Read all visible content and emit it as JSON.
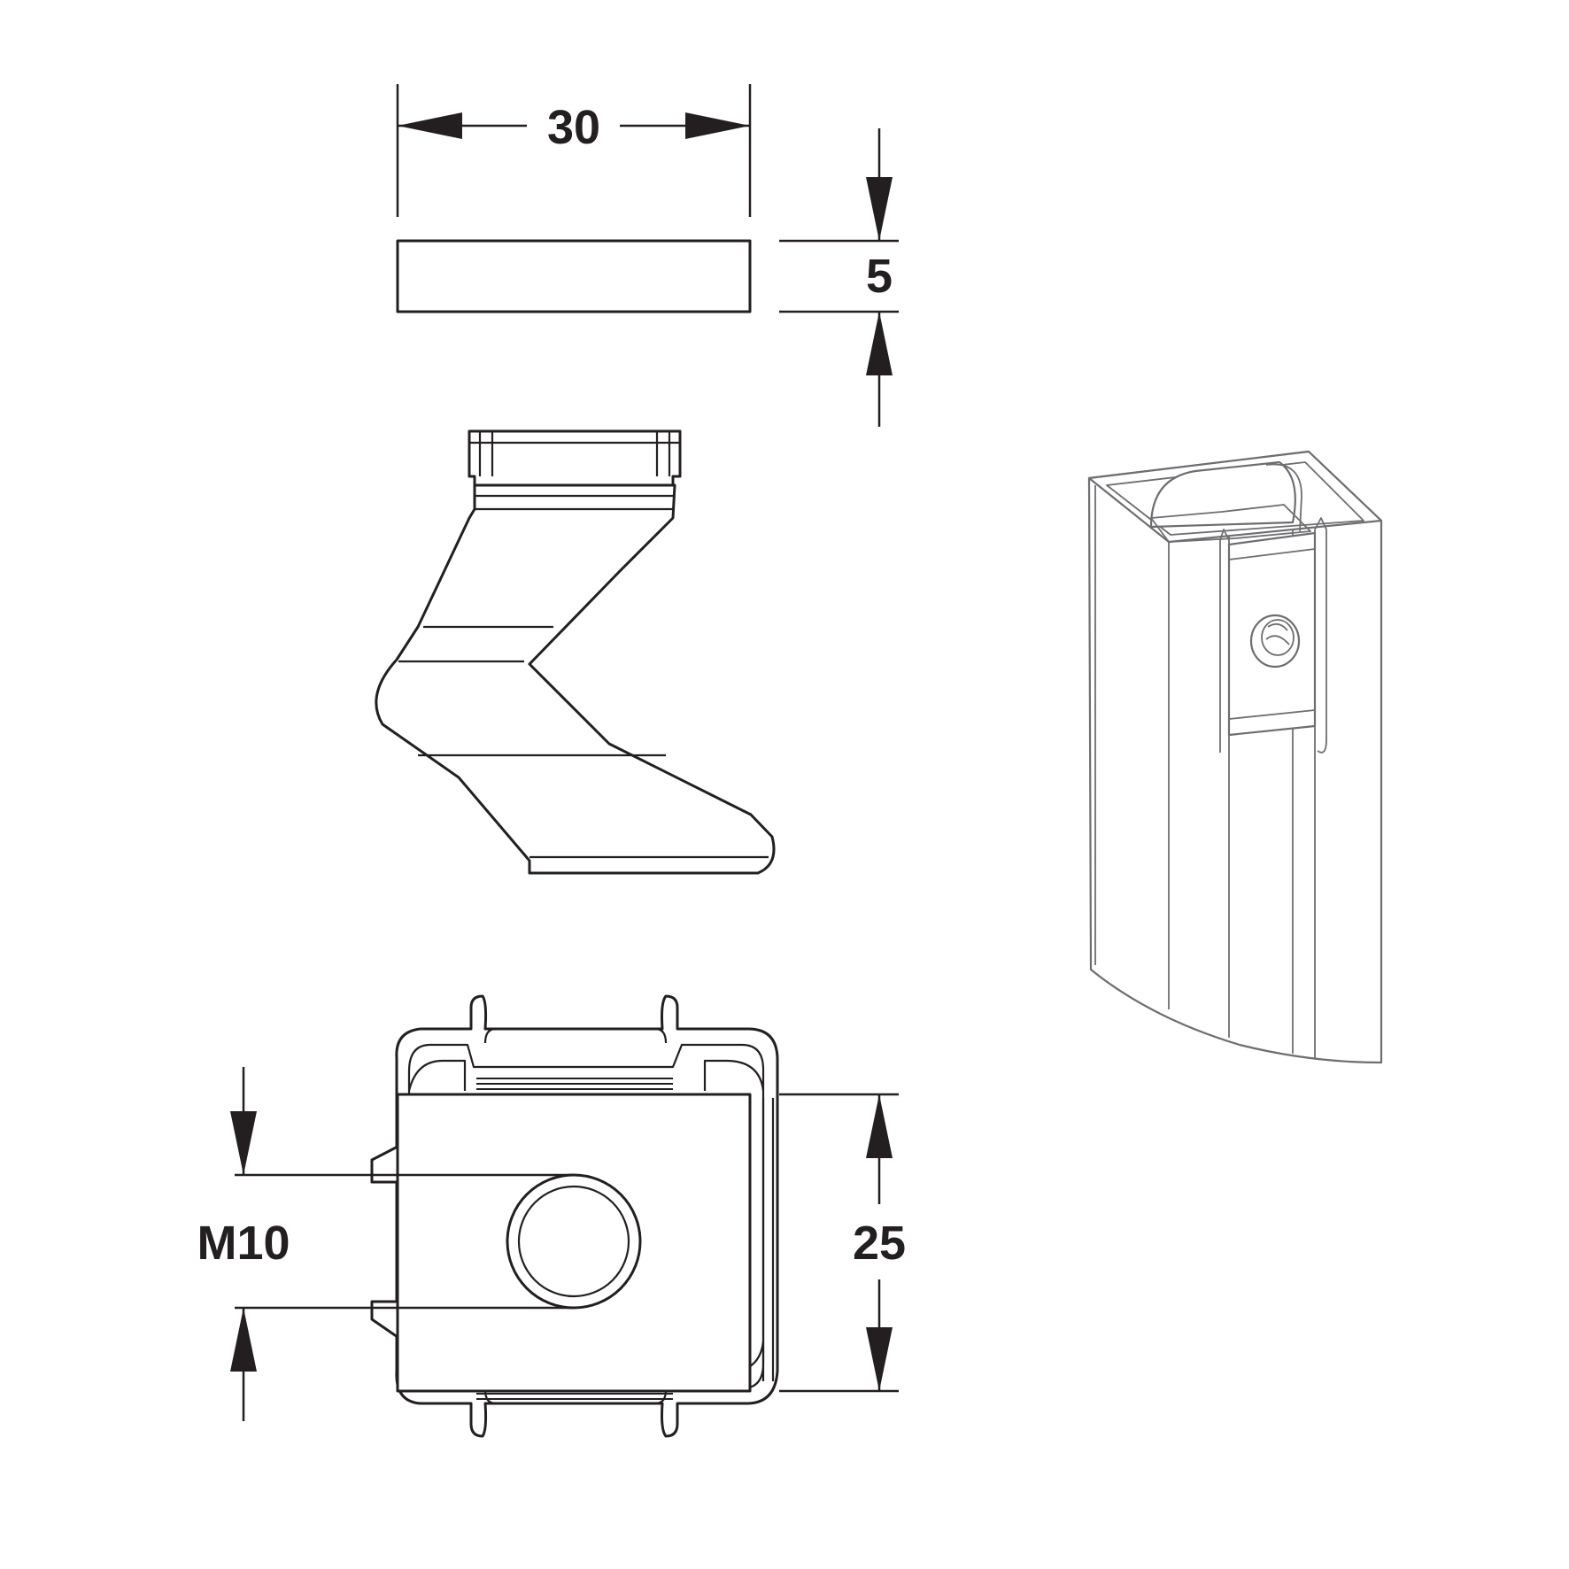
{
  "dimensions": {
    "width": "30",
    "thickness": "5",
    "height": "25",
    "thread": "M10"
  },
  "colors": {
    "line": "#231f20",
    "iso_line": "#6d6e71",
    "background": "#ffffff"
  }
}
